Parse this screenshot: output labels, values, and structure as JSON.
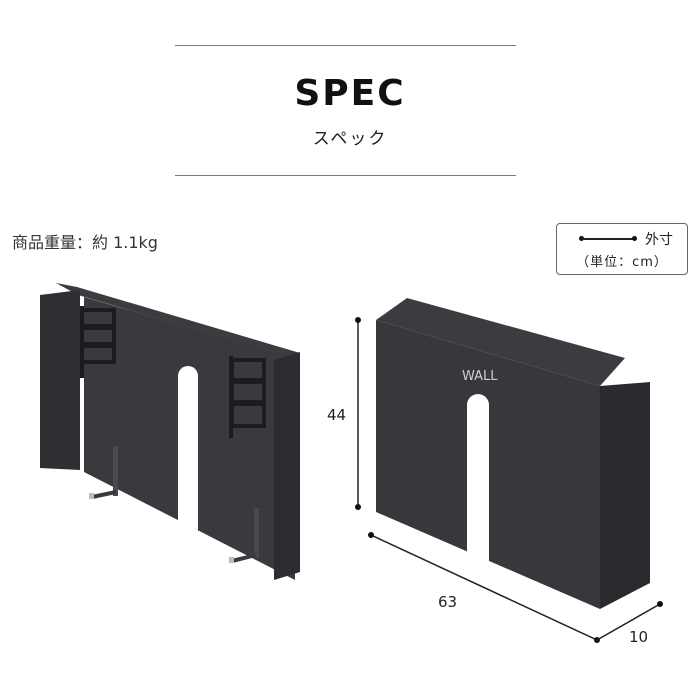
{
  "header": {
    "title": "SPEC",
    "subtitle": "スペック"
  },
  "product": {
    "weight_label": "商品重量：約 1.1kg",
    "brand_mark": "WALL"
  },
  "legend": {
    "line_label": "外寸",
    "unit_label": "（単位：cm）"
  },
  "dimensions": {
    "height": "44",
    "width": "63",
    "depth": "10",
    "unit": "cm"
  },
  "colors": {
    "product": "#3a3a3e",
    "product_dark": "#2b2b2e",
    "rule": "#7a7a7a"
  }
}
